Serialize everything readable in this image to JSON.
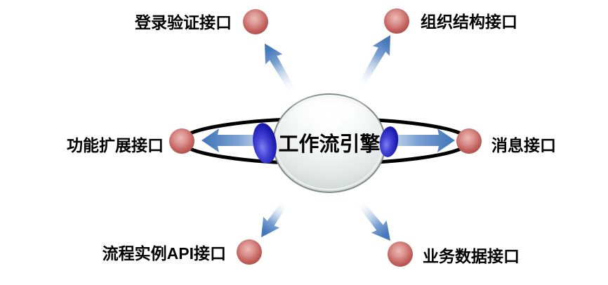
{
  "diagram": {
    "center_label": "工作流引擎",
    "nodes": [
      {
        "label": "登录验证接口",
        "position": "top-left"
      },
      {
        "label": "组织结构接口",
        "position": "top-right"
      },
      {
        "label": "功能扩展接口",
        "position": "left"
      },
      {
        "label": "消息接口",
        "position": "right"
      },
      {
        "label": "流程实例API接口",
        "position": "bottom-left"
      },
      {
        "label": "业务数据接口",
        "position": "bottom-right"
      }
    ],
    "arrows": [
      "up-left",
      "up-right",
      "left",
      "right",
      "down-left",
      "down-right"
    ],
    "colors": {
      "background": "#ffffff",
      "label_text": "#000000",
      "orbit_stroke": "#000000",
      "arrow_blue": "#4577bb",
      "node_sphere": "#c2605c",
      "node_sphere_highlight": "#ecbcb8",
      "center_sphere": "#e2e6e4",
      "connector_blob": "#1b1bb0"
    }
  }
}
